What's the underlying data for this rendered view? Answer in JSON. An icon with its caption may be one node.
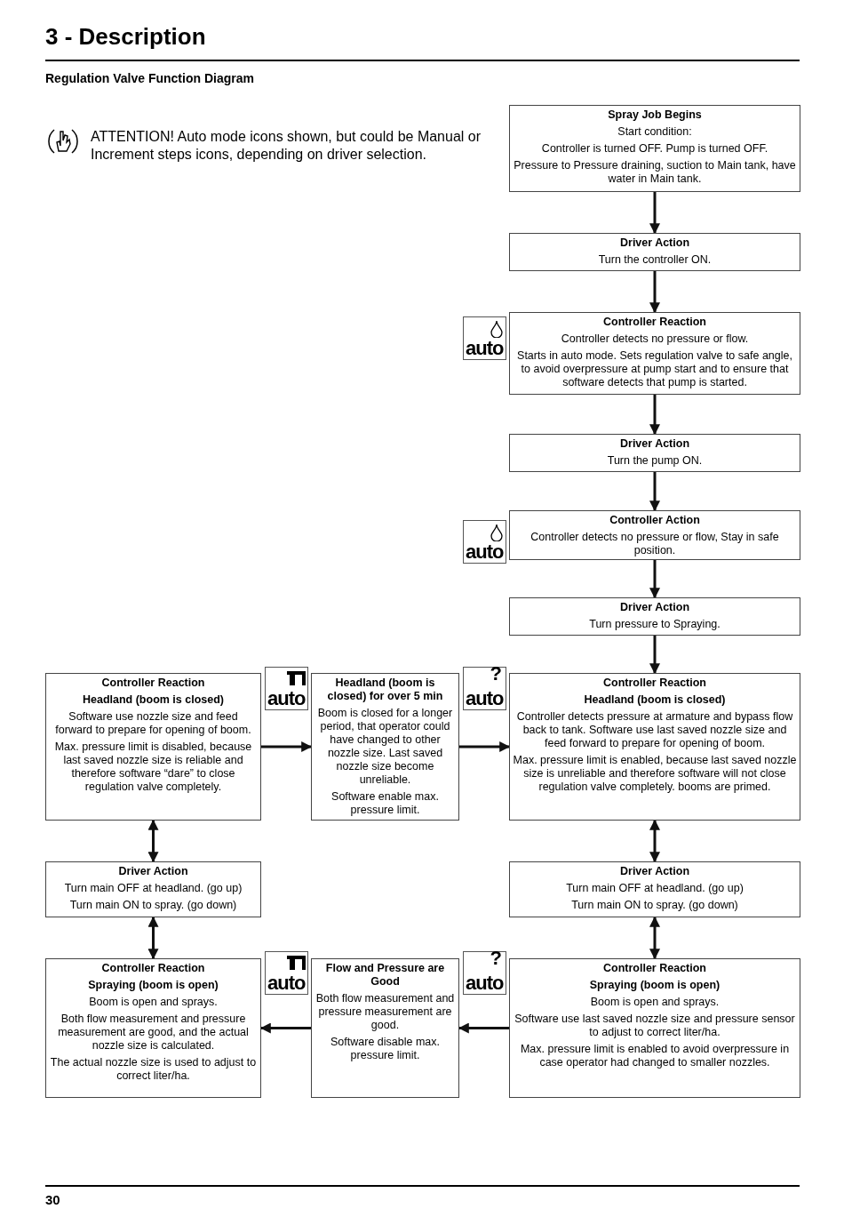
{
  "diagram": {
    "title": "Regulation Valve Function Diagram",
    "nodes": [
      {
        "text": [
          "Spray Job Begins",
          "Start condition:",
          "Controller is turned OFF. Pump is turned OFF.",
          "Pressure to Pressure draining, suction to Main tank, have water in Main tank."
        ]
      },
      {
        "text": [
          "Driver Action",
          "Turn the controller ON."
        ]
      },
      {
        "text": [
          "Controller Reaction",
          "Controller detects no pressure or flow.",
          "Starts in auto mode. Sets regulation valve to safe angle, to avoid overpressure at pump start and to ensure that software detects that pump is started."
        ]
      },
      {
        "text": [
          "Driver Action",
          "Turn the pump ON."
        ]
      },
      {
        "text": [
          "Controller Action",
          "Controller detects no pressure or flow, Stay in safe position."
        ]
      },
      {
        "text": [
          "Driver Action",
          "Turn pressure to Spraying."
        ]
      },
      {
        "text": [
          "Controller Reaction",
          "Headland (boom is closed)",
          "Software use nozzle size and feed forward to prepare for opening of boom.",
          "Max. pressure limit is disabled, because last saved nozzle size is reliable and therefore software “dare” to close regulation valve completely."
        ]
      },
      {
        "text": [
          "Headland (boom is closed) for over 5 min",
          "Boom is closed for a longer period, that operator could have changed to other nozzle size. Last saved nozzle size become unreliable.",
          "Software enable max. pressure limit."
        ]
      },
      {
        "text": [
          "Controller Reaction",
          "Headland (boom is closed)",
          "Controller detects pressure at armature and bypass flow back to tank. Software use last saved nozzle size and feed forward to prepare for opening of boom.",
          "Max. pressure limit is enabled, because last saved nozzle size is unreliable and therefore software will not close regulation valve completely. booms are primed."
        ]
      },
      {
        "text": [
          "Driver Action",
          "Turn main OFF at headland. (go up)",
          "Turn main ON to spray. (go down)"
        ]
      },
      {
        "text": [
          "Driver Action",
          "Turn main OFF at headland. (go up)",
          "Turn main ON to spray. (go down)"
        ]
      },
      {
        "text": [
          "Controller Reaction",
          "Spraying (boom is open)",
          "Boom is open and sprays.",
          "Both flow measurement and pressure measurement are good, and the actual nozzle size is calculated.",
          "The actual nozzle size is used to adjust to correct liter/ha."
        ]
      },
      {
        "text": [
          "Flow and Pressure are Good",
          "Both flow measurement and pressure measurement are good.",
          "Software disable max. pressure limit."
        ]
      },
      {
        "text": [
          "Controller Reaction",
          "Spraying (boom is open)",
          "Boom is open and sprays.",
          "Software use last saved nozzle size and pressure sensor to adjust to correct liter/ha.",
          "Max. pressure limit is enabled to avoid overpressure in case operator had changed to smaller nozzles."
        ]
      }
    ],
    "edges": [
      {
        "from": 0,
        "to": 1,
        "arrow": "to"
      },
      {
        "from": 1,
        "to": 2,
        "arrow": "to"
      },
      {
        "from": 2,
        "to": 3,
        "arrow": "to"
      },
      {
        "from": 3,
        "to": 4,
        "arrow": "to"
      },
      {
        "from": 4,
        "to": 5,
        "arrow": "to"
      },
      {
        "from": 5,
        "to": 8,
        "arrow": "to"
      },
      {
        "from": 6,
        "to": 7,
        "arrow": "to"
      },
      {
        "from": 7,
        "to": 8,
        "arrow": "to"
      },
      {
        "from": 6,
        "to": 9,
        "arrow": "both"
      },
      {
        "from": 9,
        "to": 11,
        "arrow": "both"
      },
      {
        "from": 8,
        "to": 10,
        "arrow": "both"
      },
      {
        "from": 10,
        "to": 13,
        "arrow": "both"
      },
      {
        "from": 13,
        "to": 12,
        "arrow": "to"
      },
      {
        "from": 12,
        "to": 11,
        "arrow": "to"
      }
    ],
    "labels": [
      "3 - Description",
      "ATTENTION! Auto mode icons shown, but could be Manual or Increment steps icons, depending on driver selection.",
      "auto",
      "auto",
      "auto",
      "?",
      "auto",
      "auto",
      "?",
      "auto",
      "30"
    ]
  }
}
